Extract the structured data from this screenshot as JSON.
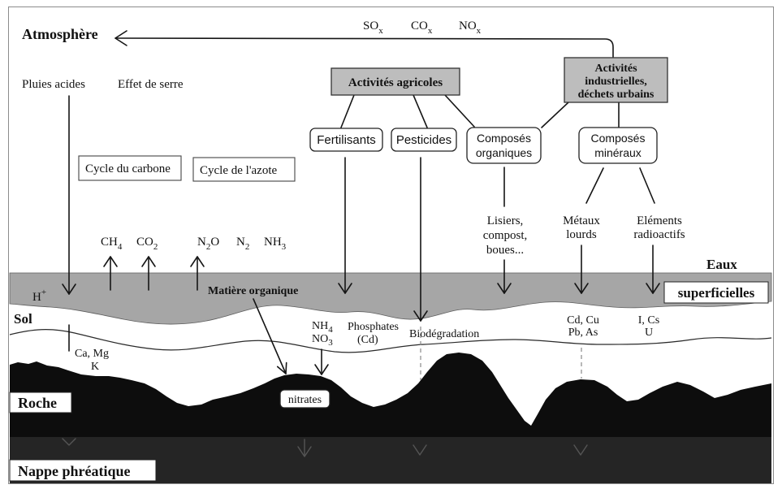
{
  "colors": {
    "surface_water": "#a6a6a6",
    "source_box": "#bdbdbd",
    "rock": "#0d0d0d",
    "groundwater": "#252525"
  },
  "atmosphere": {
    "title": "Atmosphère",
    "emissions": [
      {
        "base": "SO",
        "sub": "x"
      },
      {
        "base": "CO",
        "sub": "x"
      },
      {
        "base": "NO",
        "sub": "x"
      }
    ],
    "acid_rain": "Pluies acides",
    "greenhouse_effect": "Effet de serre",
    "carbon_cycle": "Cycle du carbone",
    "nitrogen_cycle": "Cycle de l'azote",
    "gases": [
      {
        "base": "CH",
        "sub": "4"
      },
      {
        "base": "CO",
        "sub": "2"
      },
      {
        "base": "N",
        "sub": "2",
        "tail": "O"
      },
      {
        "base": "N",
        "sub": "2"
      },
      {
        "base": "NH",
        "sub": "3"
      }
    ]
  },
  "sources": {
    "agricultural": "Activités agricoles",
    "industrial": [
      "Activités",
      "industrielles,",
      "déchets urbains"
    ]
  },
  "inputs": {
    "fertilizers": "Fertilisants",
    "pesticides": "Pesticides",
    "organic_compounds": [
      "Composés",
      "organiques"
    ],
    "mineral_compounds": [
      "Composés",
      "minéraux"
    ],
    "organic_examples": [
      "Lisiers,",
      "compost,",
      "boues..."
    ],
    "heavy_metals": [
      "Métaux",
      "lourds"
    ],
    "radioactive_elements": [
      "Eléments",
      "radioactifs"
    ]
  },
  "layers": {
    "surface_water": [
      "Eaux",
      "superficielles"
    ],
    "organic_matter": "Matière organique",
    "soil": "Sol",
    "rock": "Roche",
    "groundwater": "Nappe phréatique"
  },
  "soil_species": {
    "protons": {
      "base": "H",
      "sup": "+"
    },
    "bases": [
      "Ca, Mg",
      "K"
    ],
    "nitrogen": [
      {
        "base": "NH",
        "sub": "4"
      },
      {
        "base": "NO",
        "sub": "3"
      }
    ],
    "phosphates": [
      "Phosphates",
      "(Cd)"
    ],
    "biodegradation": "Biodégradation",
    "heavy_metals": [
      "Cd, Cu",
      "Pb, As"
    ],
    "radionuclides": [
      "I, Cs",
      "U"
    ],
    "nitrates": "nitrates"
  }
}
